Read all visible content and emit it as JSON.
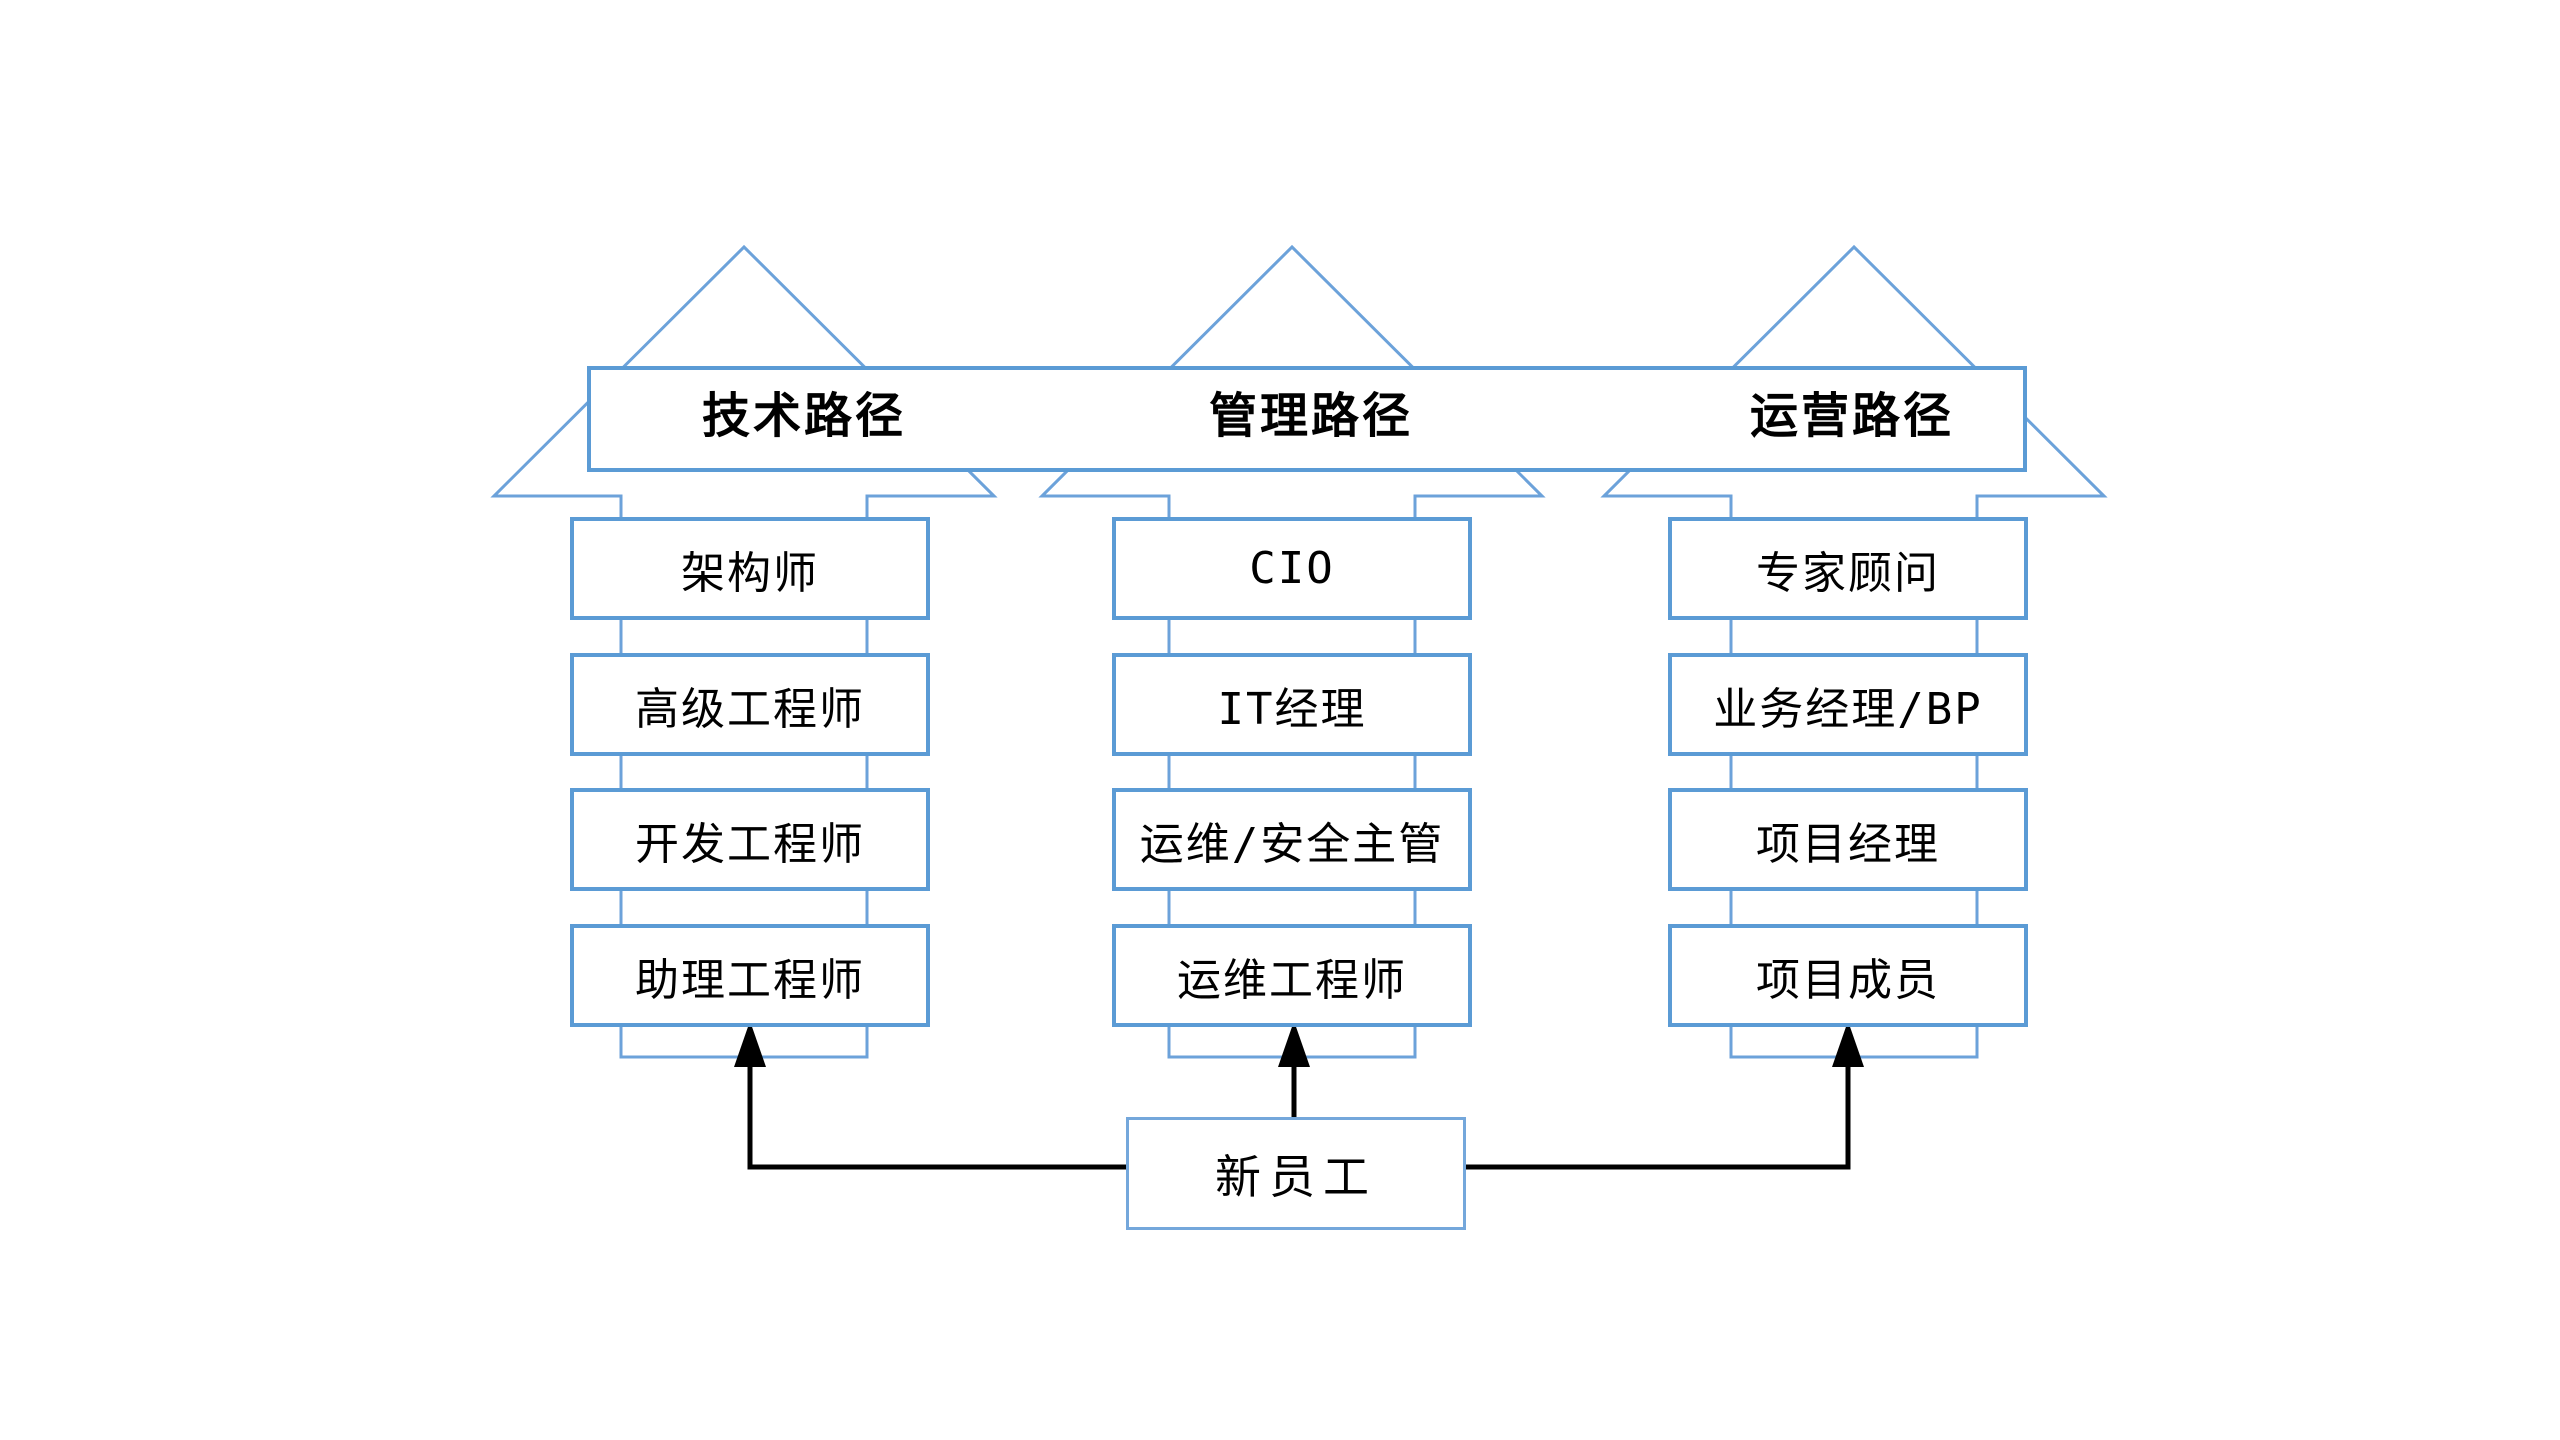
{
  "diagram": {
    "columns": [
      {
        "path": "技术路径",
        "levels": [
          "架构师",
          "高级工程师",
          "开发工程师",
          "助理工程师"
        ]
      },
      {
        "path": "管理路径",
        "levels": [
          "CIO",
          "IT经理",
          "运维/安全主管",
          "运维工程师"
        ]
      },
      {
        "path": "运营路径",
        "levels": [
          "专家顾问",
          "业务经理/BP",
          "项目经理",
          "项目成员"
        ]
      }
    ],
    "start": {
      "label": "新员工"
    },
    "colors": {
      "arrow_outline": "#6CA2DA",
      "box_border": "#5B9BD5",
      "start_border": "#74A7DB",
      "connector": "#000000",
      "text": "#000000",
      "background": "#FFFFFF"
    }
  }
}
